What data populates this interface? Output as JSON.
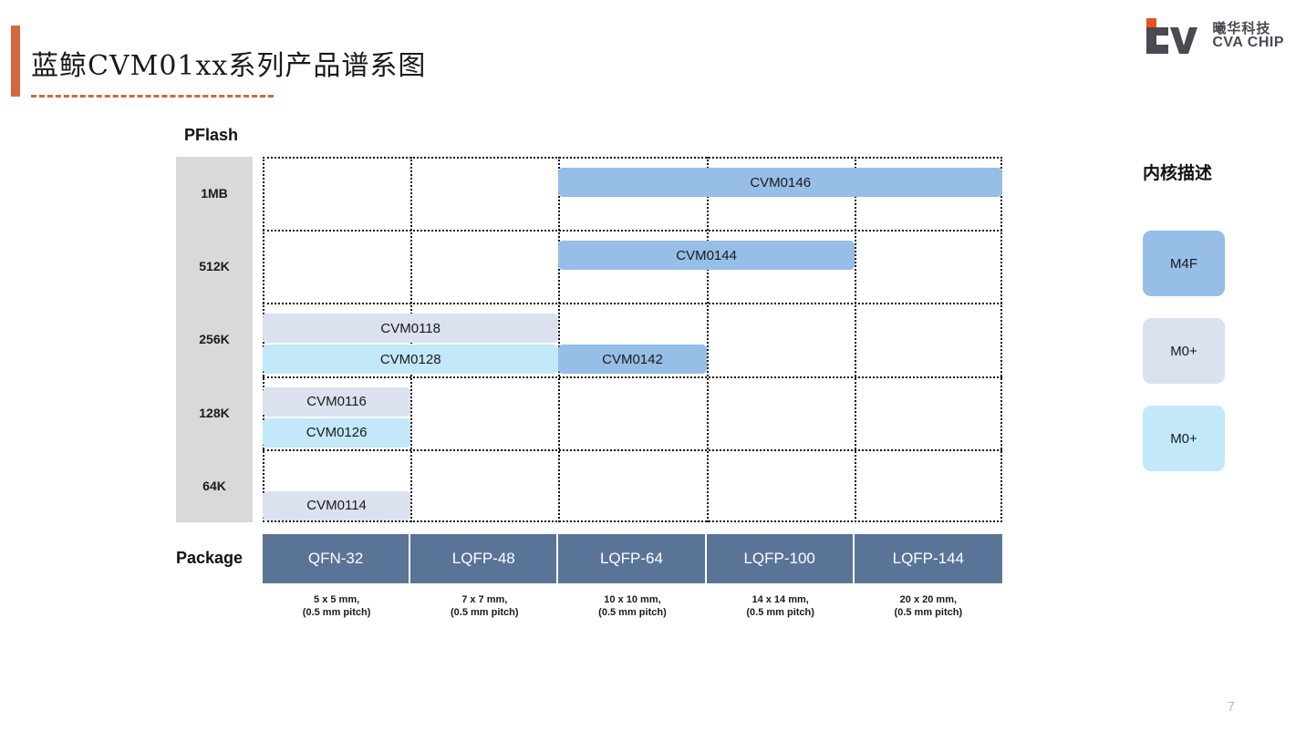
{
  "header": {
    "title": "蓝鲸CVM01xx系列产品谱系图",
    "accent_color": "#D2693C"
  },
  "logo": {
    "mark_name": "cva-chip-logo",
    "cn_name": "曦华科技",
    "en_name": "CVA CHIP",
    "mark_color": "#4a4a52",
    "square_color": "#E8521F"
  },
  "axes": {
    "y_title": "PFlash",
    "x_title": "Package",
    "y_ticks": [
      "1MB",
      "512K",
      "256K",
      "128K",
      "64K"
    ],
    "x_categories": [
      "QFN-32",
      "LQFP-48",
      "LQFP-64",
      "LQFP-100",
      "LQFP-144"
    ],
    "x_sizes": [
      {
        "dim": "5 x 5 mm,",
        "pitch": "(0.5 mm pitch)"
      },
      {
        "dim": "7 x 7 mm,",
        "pitch": "(0.5 mm pitch)"
      },
      {
        "dim": "10 x 10 mm,",
        "pitch": "(0.5 mm pitch)"
      },
      {
        "dim": "14 x 14 mm,",
        "pitch": "(0.5 mm pitch)"
      },
      {
        "dim": "20 x 20 mm,",
        "pitch": "(0.5 mm pitch)"
      }
    ],
    "axis_bg": "#D9D9D9",
    "package_bg": "#5A7498"
  },
  "chart_data": {
    "type": "bar",
    "title": "蓝鲸CVM01xx系列产品谱系图",
    "xlabel": "Package",
    "ylabel": "PFlash",
    "categories": [
      "QFN-32",
      "LQFP-48",
      "LQFP-64",
      "LQFP-100",
      "LQFP-144"
    ],
    "rows": [
      "1MB",
      "512K",
      "256K",
      "128K",
      "64K"
    ],
    "grid": true,
    "legend_position": "right",
    "products": [
      {
        "name": "CVM0146",
        "flash": "1MB",
        "core": "M4F",
        "col_start": 3,
        "col_end": 5,
        "color": "#96BEE6",
        "row": 0,
        "slot": 0
      },
      {
        "name": "CVM0144",
        "flash": "512K",
        "core": "M4F",
        "col_start": 3,
        "col_end": 4,
        "color": "#96BEE6",
        "row": 1,
        "slot": 0
      },
      {
        "name": "CVM0118",
        "flash": "256K",
        "core": "M0+",
        "col_start": 1,
        "col_end": 2,
        "color": "#DCE1F0",
        "row": 2,
        "slot": 0
      },
      {
        "name": "CVM0128",
        "flash": "256K",
        "core": "M0+",
        "col_start": 1,
        "col_end": 2,
        "color": "#C3E8FA",
        "row": 2,
        "slot": 1
      },
      {
        "name": "CVM0142",
        "flash": "256K",
        "core": "M4F",
        "col_start": 3,
        "col_end": 3,
        "color": "#96BEE6",
        "row": 2,
        "slot": 1
      },
      {
        "name": "CVM0116",
        "flash": "128K",
        "core": "M0+",
        "col_start": 1,
        "col_end": 1,
        "color": "#DCE1F0",
        "row": 3,
        "slot": 0
      },
      {
        "name": "CVM0126",
        "flash": "128K",
        "core": "M0+",
        "col_start": 1,
        "col_end": 1,
        "color": "#C3E8FA",
        "row": 3,
        "slot": 1
      },
      {
        "name": "CVM0114",
        "flash": "64K",
        "core": "M0+",
        "col_start": 1,
        "col_end": 1,
        "color": "#DCE1F0",
        "row": 4,
        "slot": 1
      }
    ]
  },
  "legend": {
    "title": "内核描述",
    "items": [
      {
        "label": "M4F",
        "color": "#96BEE6"
      },
      {
        "label": "M0+",
        "color": "#DCE1F0"
      },
      {
        "label": "M0+",
        "color": "#C3E8FA"
      }
    ]
  },
  "footer": {
    "page_number": "7"
  }
}
